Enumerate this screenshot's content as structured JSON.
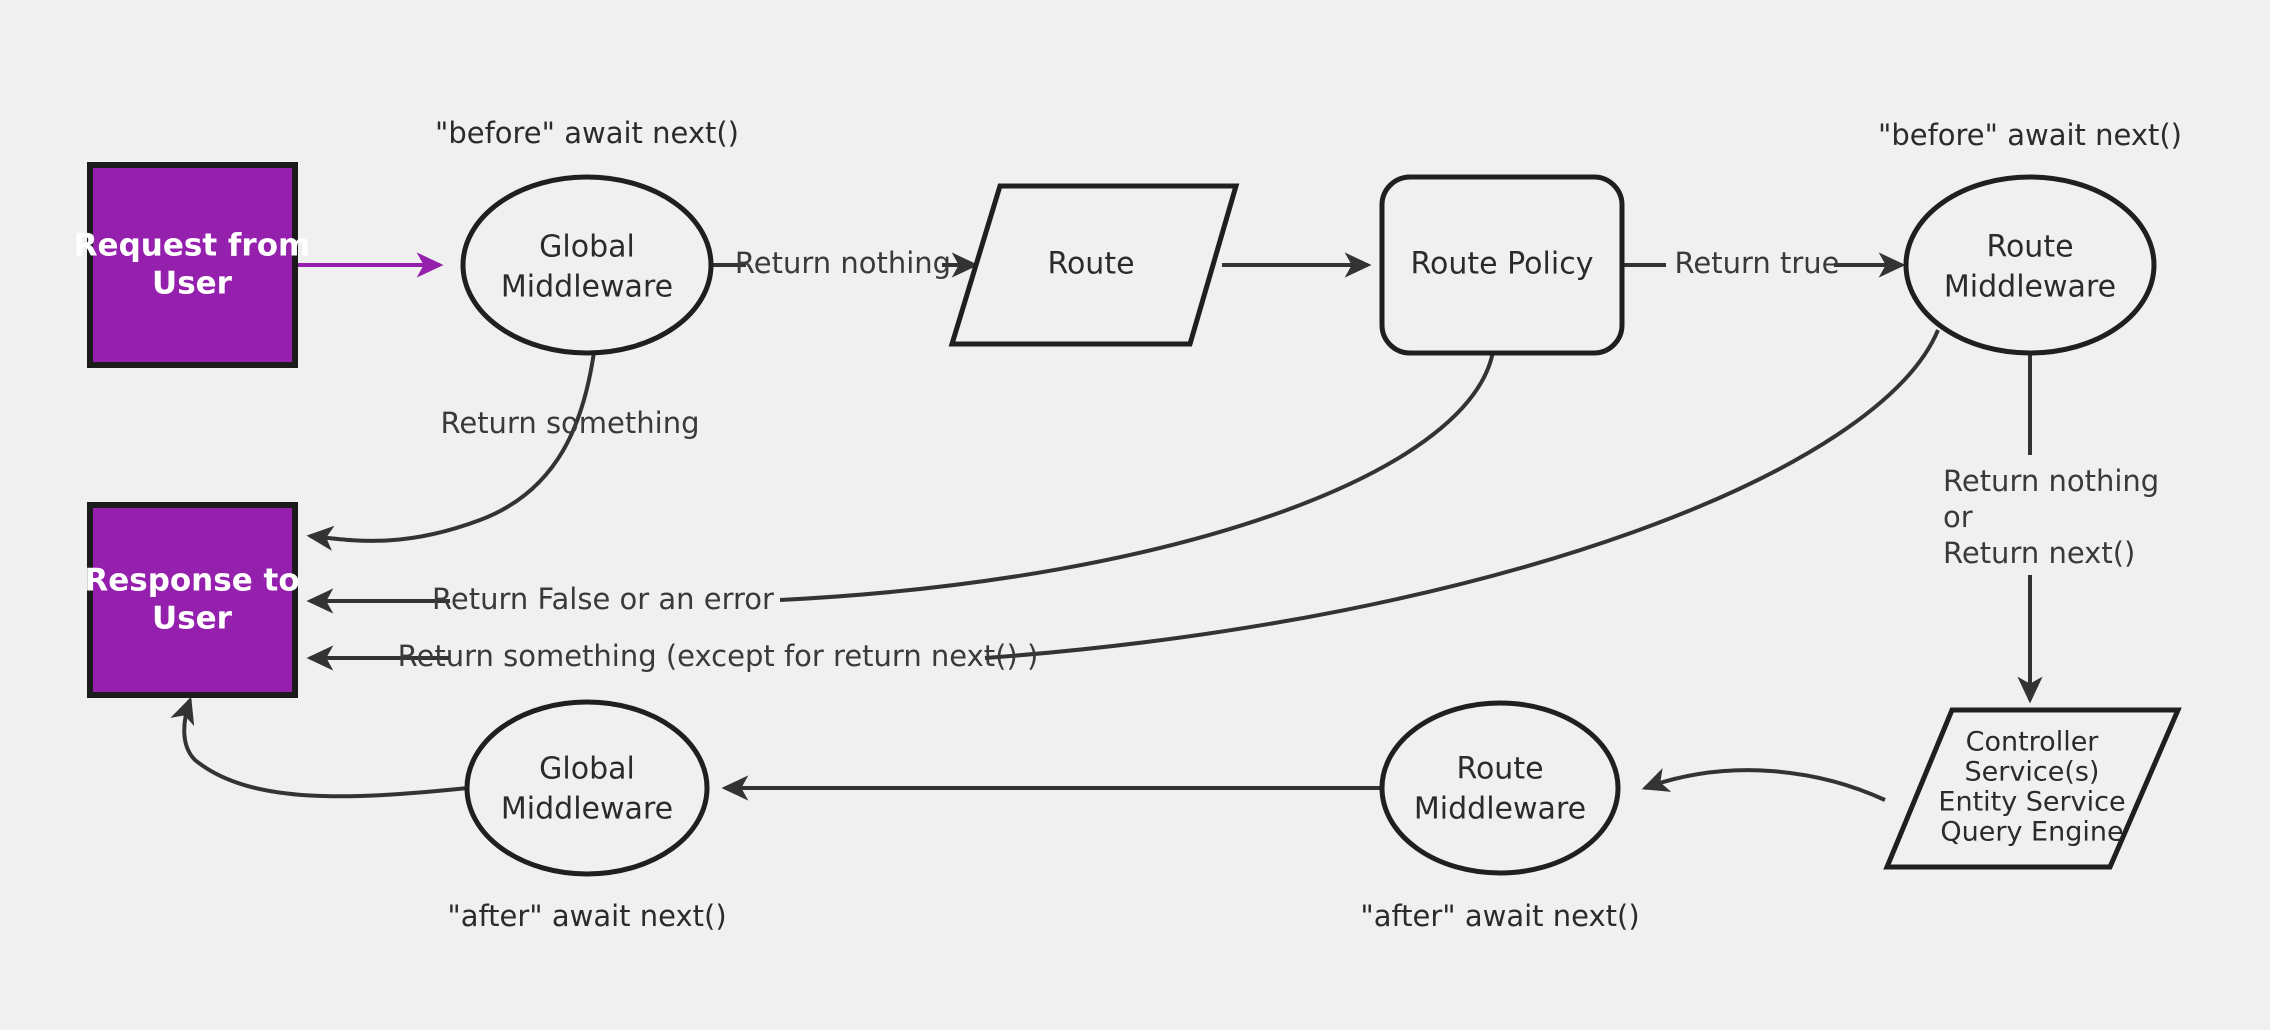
{
  "diagram": {
    "title": "Strapi request lifecycle middleware flow",
    "background_color": "#f0f0f0",
    "accent_color": "#9620AE",
    "stroke_color": "#1f1f1f",
    "edge_color": "#333333",
    "nodes": {
      "request": {
        "line1": "Request from",
        "line2": "User",
        "shape": "rectangle",
        "fill": "#9620AE"
      },
      "response": {
        "line1": "Response to",
        "line2": "User",
        "shape": "rectangle",
        "fill": "#9620AE"
      },
      "global_mw_top": {
        "line1": "Global",
        "line2": "Middleware",
        "shape": "ellipse"
      },
      "route": {
        "line1": "Route",
        "shape": "parallelogram"
      },
      "route_policy": {
        "line1": "Route Policy",
        "shape": "rounded-rectangle"
      },
      "route_mw_top": {
        "line1": "Route",
        "line2": "Middleware",
        "shape": "ellipse"
      },
      "controller": {
        "line1": "Controller",
        "line2": "Service(s)",
        "line3": "Entity Service",
        "line4": "Query Engine",
        "shape": "parallelogram"
      },
      "route_mw_bottom": {
        "line1": "Route",
        "line2": "Middleware",
        "shape": "ellipse"
      },
      "global_mw_bottom": {
        "line1": "Global",
        "line2": "Middleware",
        "shape": "ellipse"
      }
    },
    "captions": {
      "before_global": "\"before\" await next()",
      "before_route": "\"before\" await next()",
      "after_global": "\"after\" await next()",
      "after_route": "\"after\" await next()"
    },
    "edge_labels": {
      "return_nothing": "Return nothing",
      "return_true": "Return true",
      "return_something": "Return something",
      "return_false_or_error": "Return False or an error",
      "return_something_except": "Return something (except for return next() )",
      "return_nothing_or_next_1": "Return nothing",
      "return_nothing_or_next_2": "or",
      "return_nothing_or_next_3": "Return next()"
    }
  }
}
